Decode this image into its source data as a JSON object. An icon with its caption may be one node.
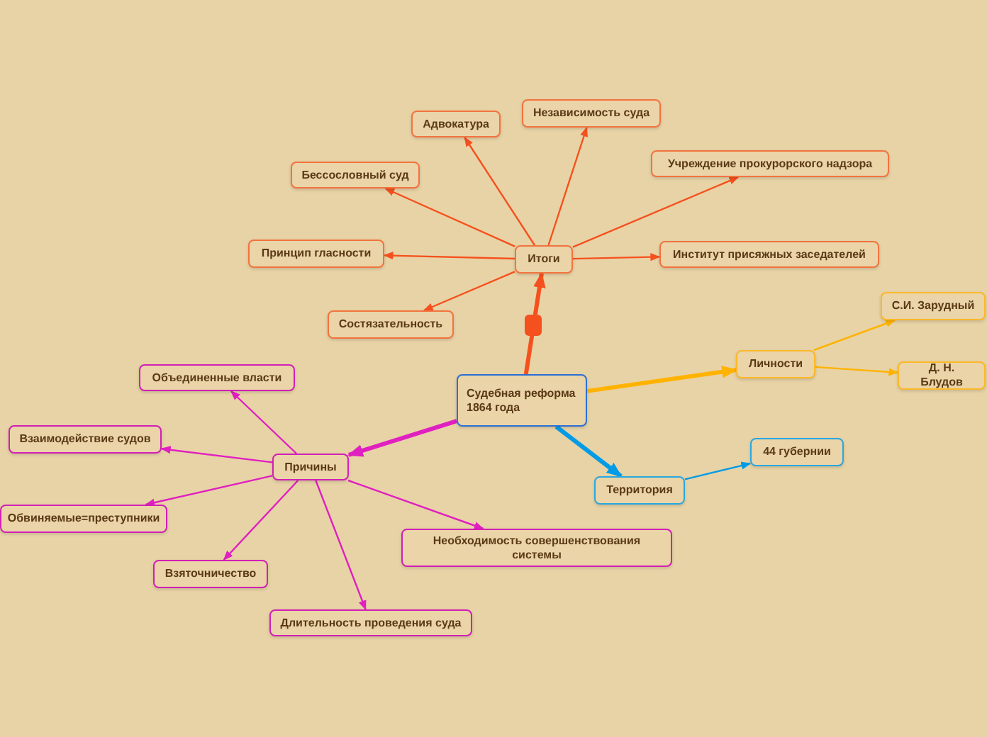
{
  "diagram": {
    "nodes": [
      {
        "text": [
          "Судебная реформа 1864 года"
        ]
      },
      {
        "text": [
          "Итоги"
        ]
      },
      {
        "text": [
          "Адвокатура"
        ]
      },
      {
        "text": [
          "Независимость суда"
        ]
      },
      {
        "text": [
          "Бессословный суд"
        ]
      },
      {
        "text": [
          "Учреждение прокурорского надзора"
        ]
      },
      {
        "text": [
          "Принцип гласности"
        ]
      },
      {
        "text": [
          "Институт присяжных заседателей"
        ]
      },
      {
        "text": [
          "Состязательность"
        ]
      },
      {
        "text": [
          "Личности"
        ]
      },
      {
        "text": [
          "С.И. Зарудный"
        ]
      },
      {
        "text": [
          "Д. Н. Блудов"
        ]
      },
      {
        "text": [
          "Территория"
        ]
      },
      {
        "text": [
          "44 губернии"
        ]
      },
      {
        "text": [
          "Причины"
        ]
      },
      {
        "text": [
          "Объединенные власти"
        ]
      },
      {
        "text": [
          "Взаимодействие судов"
        ]
      },
      {
        "text": [
          "Обвиняемые=преступники"
        ]
      },
      {
        "text": [
          "Взяточничество"
        ]
      },
      {
        "text": [
          "Необходимость совершенствования системы"
        ]
      },
      {
        "text": [
          "Длительность проведения суда"
        ]
      }
    ],
    "edges": [
      {
        "from": 0,
        "to": 1,
        "arrow": "to",
        "style": "thick",
        "color": "#f5511e"
      },
      {
        "from": 1,
        "to": 2,
        "arrow": "to",
        "color": "#f5511e"
      },
      {
        "from": 1,
        "to": 3,
        "arrow": "to",
        "color": "#f5511e"
      },
      {
        "from": 1,
        "to": 4,
        "arrow": "to",
        "color": "#f5511e"
      },
      {
        "from": 1,
        "to": 5,
        "arrow": "to",
        "color": "#f5511e"
      },
      {
        "from": 1,
        "to": 6,
        "arrow": "to",
        "color": "#f5511e"
      },
      {
        "from": 1,
        "to": 7,
        "arrow": "to",
        "color": "#f5511e"
      },
      {
        "from": 1,
        "to": 8,
        "arrow": "to",
        "color": "#f5511e"
      },
      {
        "from": 0,
        "to": 9,
        "arrow": "to",
        "style": "thick",
        "color": "#ffb300"
      },
      {
        "from": 9,
        "to": 10,
        "arrow": "to",
        "color": "#ffb300"
      },
      {
        "from": 9,
        "to": 11,
        "arrow": "to",
        "color": "#ffb300"
      },
      {
        "from": 0,
        "to": 12,
        "arrow": "to",
        "style": "thick",
        "color": "#039be5"
      },
      {
        "from": 12,
        "to": 13,
        "arrow": "to",
        "color": "#039be5"
      },
      {
        "from": 0,
        "to": 14,
        "arrow": "to",
        "style": "thick",
        "color": "#e020c0"
      },
      {
        "from": 14,
        "to": 15,
        "arrow": "to",
        "color": "#e020c0"
      },
      {
        "from": 14,
        "to": 16,
        "arrow": "to",
        "color": "#e020c0"
      },
      {
        "from": 14,
        "to": 17,
        "arrow": "to",
        "color": "#e020c0"
      },
      {
        "from": 14,
        "to": 18,
        "arrow": "to",
        "color": "#e020c0"
      },
      {
        "from": 14,
        "to": 19,
        "arrow": "to",
        "color": "#e020c0"
      },
      {
        "from": 14,
        "to": 20,
        "arrow": "to",
        "color": "#e020c0"
      }
    ]
  }
}
